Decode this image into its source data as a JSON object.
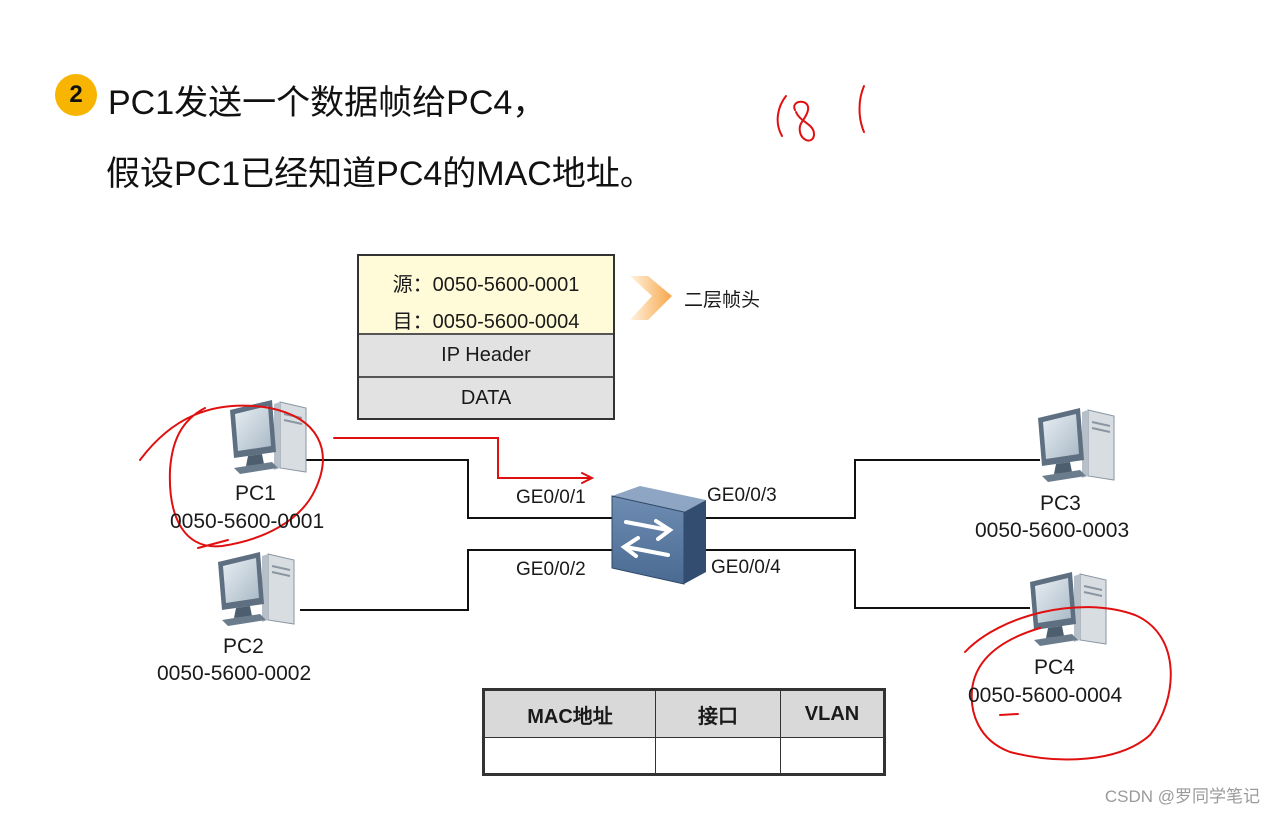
{
  "step": "2",
  "title_line1": "PC1发送一个数据帧给PC4，",
  "title_line2": "假设PC1已经知道PC4的MAC地址。",
  "frame": {
    "src": "源：0050-5600-0001",
    "dst": "目：0050-5600-0004",
    "ip_header": "IP Header",
    "data": "DATA",
    "l2_header_label": "二层帧头"
  },
  "hosts": {
    "pc1": {
      "name": "PC1",
      "mac": "0050-5600-0001"
    },
    "pc2": {
      "name": "PC2",
      "mac": "0050-5600-0002"
    },
    "pc3": {
      "name": "PC3",
      "mac": "0050-5600-0003"
    },
    "pc4": {
      "name": "PC4",
      "mac": "0050-5600-0004"
    }
  },
  "ports": {
    "p1": "GE0/0/1",
    "p2": "GE0/0/2",
    "p3": "GE0/0/3",
    "p4": "GE0/0/4"
  },
  "mac_table": {
    "headers": [
      "MAC地址",
      "接口",
      "VLAN"
    ]
  },
  "watermark": "CSDN @罗同学笔记",
  "colors": {
    "badge": "#f7b400",
    "annotation": "#e01010",
    "frame_header_bg": "#fffbd9",
    "switch": "#3f5d82"
  },
  "icons": [
    "computer-icon",
    "switch-icon",
    "arrow-icon"
  ]
}
